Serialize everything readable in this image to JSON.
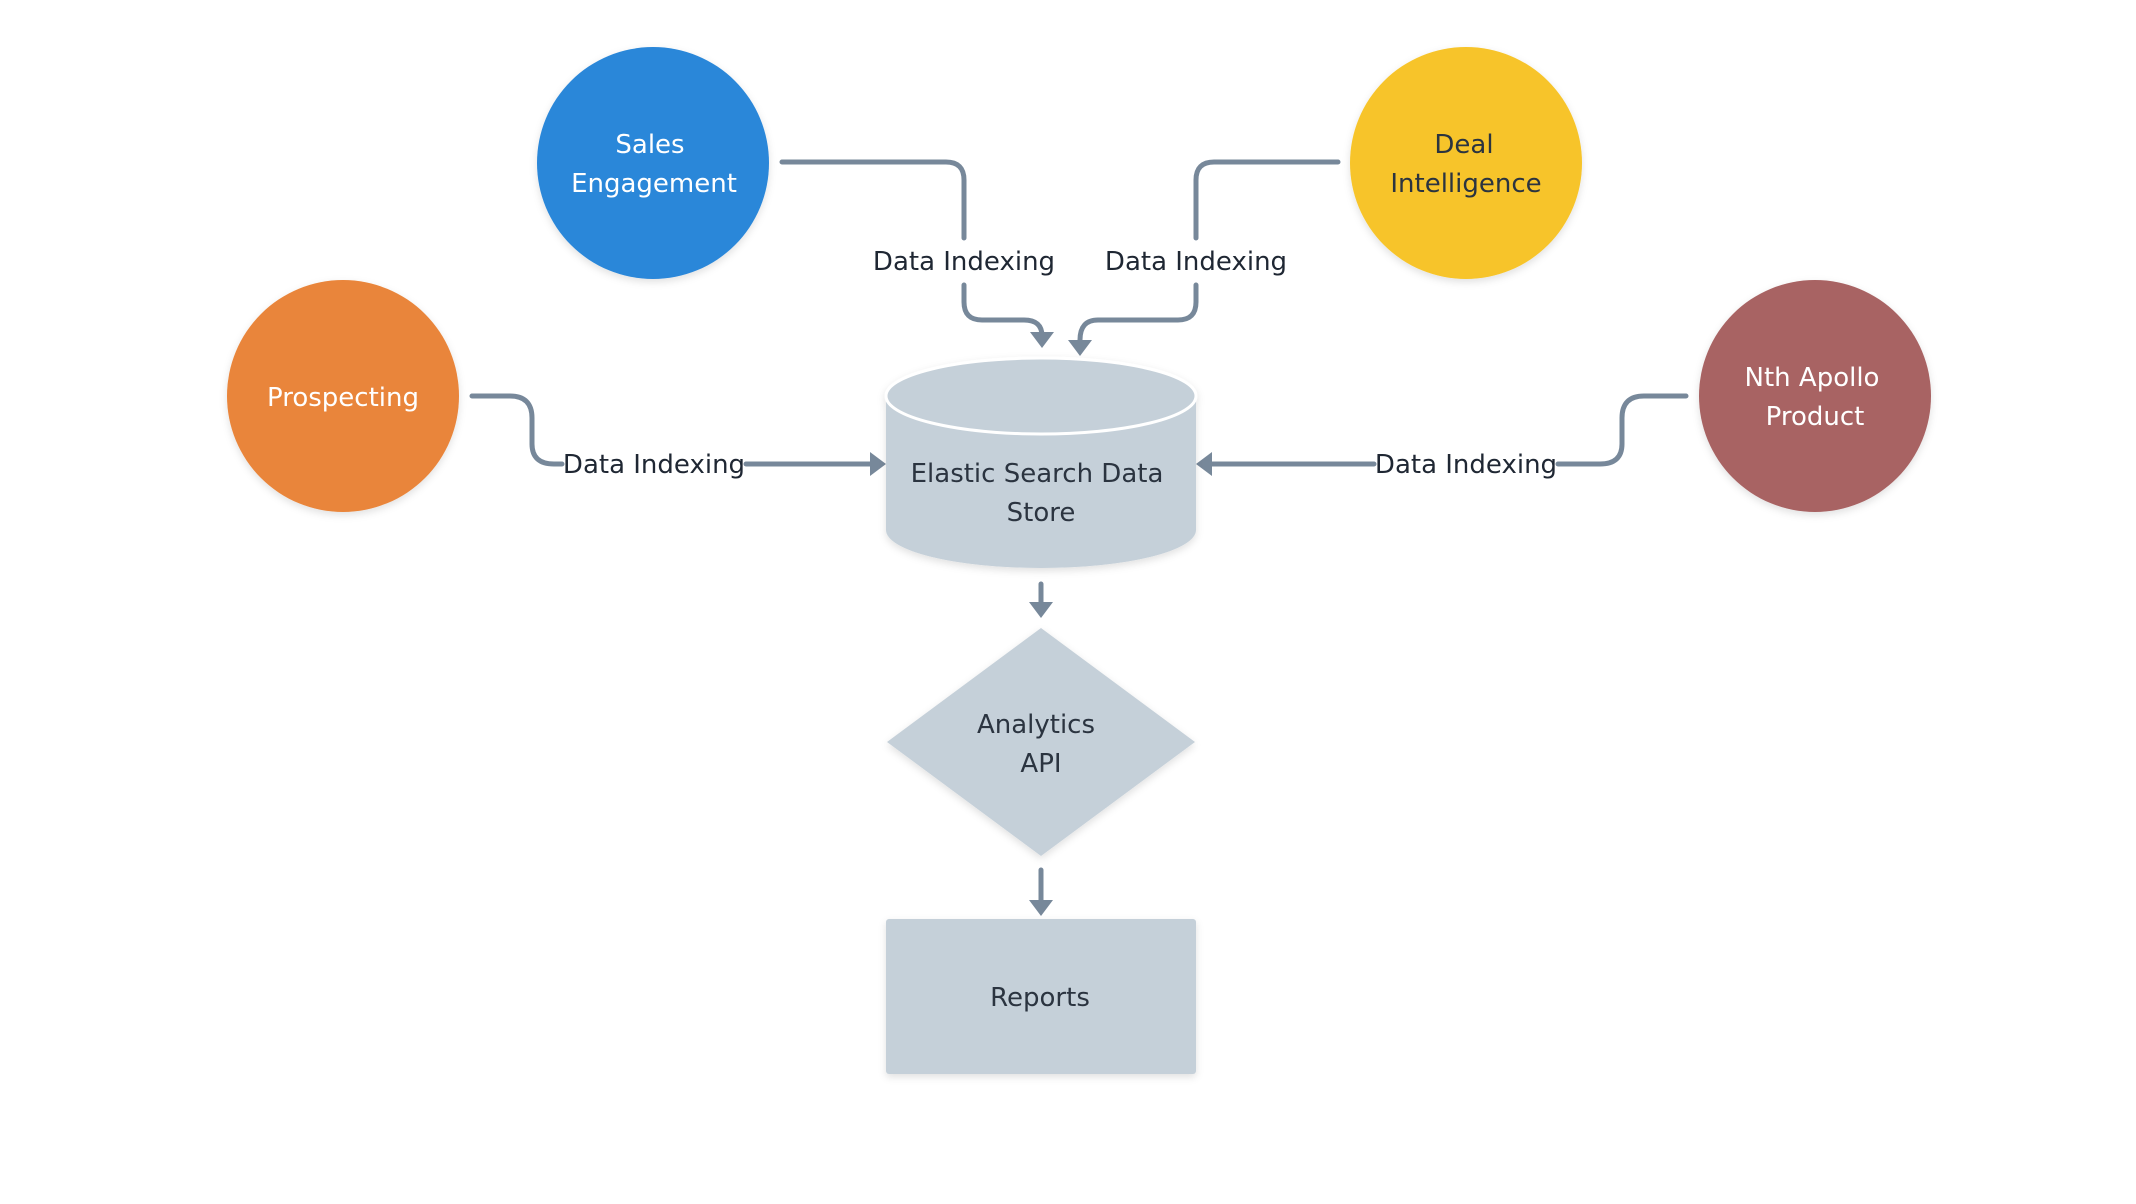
{
  "nodes": {
    "sales_engagement": {
      "lines": [
        "Sales",
        "Engagement"
      ],
      "color": "#2b87d9"
    },
    "deal_intelligence": {
      "lines": [
        "Deal",
        "Intelligence"
      ],
      "color": "#f7c42a"
    },
    "prospecting": {
      "lines": [
        "Prospecting"
      ],
      "color": "#e9853a"
    },
    "nth_apollo_product": {
      "lines": [
        "Nth Apollo",
        "Product"
      ],
      "color": "#a86363"
    },
    "elastic_search_data_store": {
      "lines": [
        "Elastic Search Data",
        "Store"
      ],
      "color": "#c5d0d9"
    },
    "analytics_api": {
      "lines": [
        "Analytics",
        "API"
      ],
      "color": "#c5d0d9"
    },
    "reports": {
      "lines": [
        "Reports"
      ],
      "color": "#c5d0d9"
    }
  },
  "edges": {
    "sales_to_store": {
      "label": "Data Indexing"
    },
    "deal_to_store": {
      "label": "Data Indexing"
    },
    "prospecting_to_store": {
      "label": "Data Indexing"
    },
    "nth_to_store": {
      "label": "Data Indexing"
    }
  },
  "edge_color": "#77889a"
}
